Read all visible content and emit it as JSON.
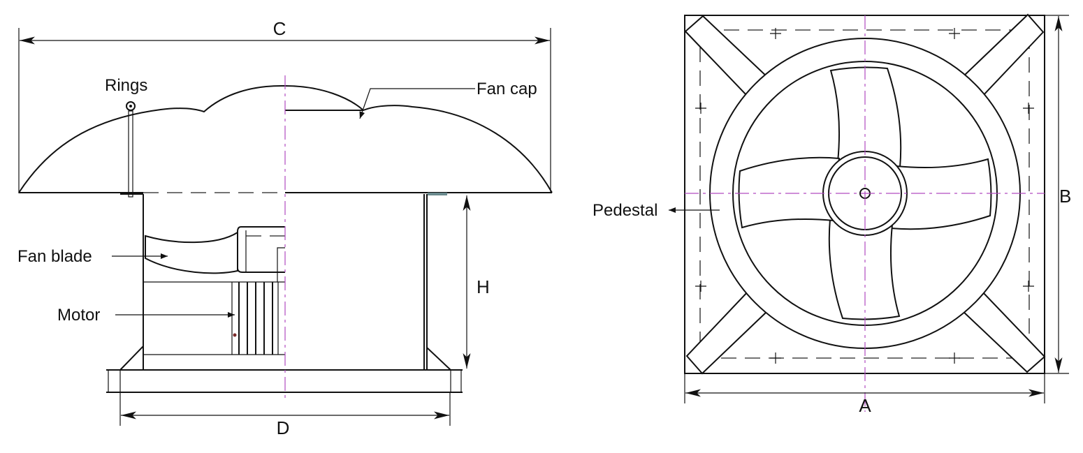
{
  "side_view": {
    "labels": {
      "rings": "Rings",
      "fan_cap": "Fan cap",
      "fan_blade": "Fan blade",
      "motor": "Motor"
    },
    "dimensions": {
      "width_cap": "C",
      "height": "H",
      "base": "D"
    }
  },
  "top_view": {
    "labels": {
      "pedestal": "Pedestal"
    },
    "dimensions": {
      "width": "A",
      "depth": "B"
    }
  },
  "colors": {
    "line": "#111111",
    "centerline": "#b04bc0"
  }
}
